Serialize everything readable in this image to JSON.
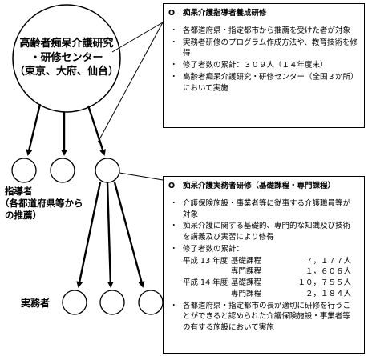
{
  "center": {
    "lines": [
      "高齢者痴呆介護研究",
      "・研修センター",
      "（東京、大府、仙台）"
    ]
  },
  "leaders_label": {
    "lines": [
      "指導者",
      "（各都道府県等から",
      "の推薦）"
    ]
  },
  "workers_label": "実務者",
  "box_top": {
    "mark": "O",
    "title": "痴呆介護指導者養成研修",
    "items": [
      "各都道府県・指定都市から推薦を受けた者が対象",
      "実務者研修のプログラム作成方法や、教育技術を修得",
      "修了者数の累計：３０９人（１４年度末）",
      "高齢者痴呆介護研究・研修センター（全国３か所）において実施"
    ]
  },
  "box_bottom": {
    "mark": "O",
    "title": "痴呆介護実務者研修（基礎課程・専門課程）",
    "items": [
      "介護保険施設・事業者等に従事する介護職員等が対象",
      "痴呆介護に関する基礎的、専門的な知識及び技術を講義及び実習により修得",
      "修了者数の累計："
    ],
    "table": [
      {
        "year": "平成 13 年度",
        "course": "基礎課程",
        "count": "７，１７７人"
      },
      {
        "year": "",
        "course": "専門課程",
        "count": "１，６０６人"
      },
      {
        "year": "平成 14 年度",
        "course": "基礎課程",
        "count": "１０，７５５人"
      },
      {
        "year": "",
        "course": "専門課程",
        "count": "２，１８４人"
      }
    ],
    "last_item": "各都道府県・指定都市の長が適切に研修を行うことができると認められた介護保険施設・事業者等の有する施設において実施"
  }
}
